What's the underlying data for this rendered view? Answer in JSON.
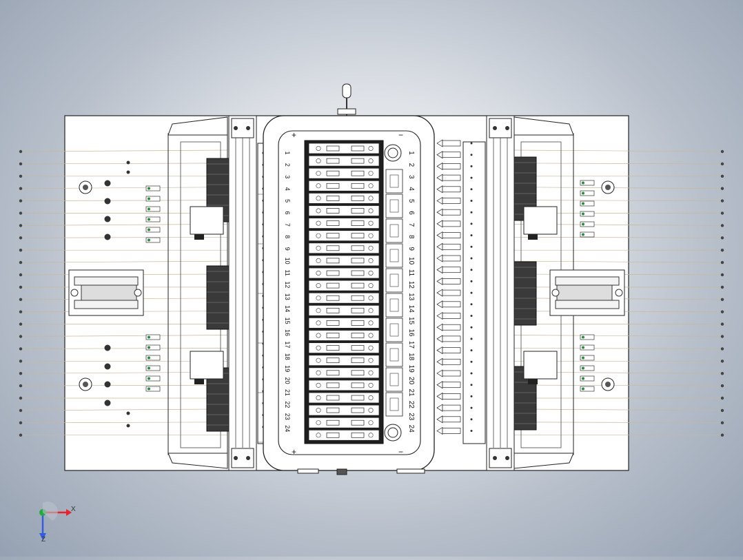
{
  "window": {
    "title": ""
  },
  "model": {
    "cell_numbers": [
      "1",
      "2",
      "3",
      "4",
      "5",
      "6",
      "7",
      "8",
      "9",
      "10",
      "11",
      "12",
      "13",
      "14",
      "15",
      "16",
      "17",
      "18",
      "19",
      "20",
      "21",
      "22",
      "23",
      "24"
    ],
    "polarity": {
      "plus": "+",
      "minus": "−"
    }
  },
  "triad": {
    "x_label": "X",
    "z_label": "Z"
  },
  "colors": {
    "background_center": "#f4f5f7",
    "background_edge": "#95a1b2",
    "line": "#222222",
    "panel_fill": "#ffffff",
    "triad_x": "#e8232a",
    "triad_y": "#27a844",
    "triad_z": "#2f5ee0"
  },
  "icons": [
    "coordinate-triad-icon"
  ]
}
